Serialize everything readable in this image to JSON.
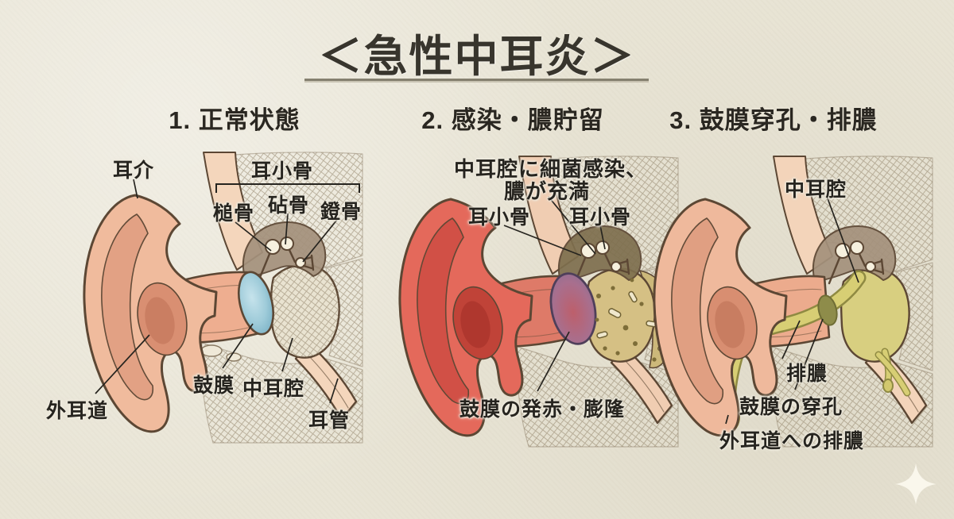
{
  "title": {
    "text": "＜急性中耳炎＞"
  },
  "panels": [
    {
      "id": "normal",
      "heading": "1. 正常状態",
      "labels": {
        "auricle": "耳介",
        "ossicles_group": "耳小骨",
        "malleus": "槌骨",
        "incus": "砧骨",
        "stapes": "鐙骨",
        "eardrum": "鼓膜",
        "middle_ear_cavity": "中耳腔",
        "ear_canal": "外耳道",
        "eustachian_tube": "耳管"
      }
    },
    {
      "id": "infection",
      "heading": "2. 感染・膿貯留",
      "labels": {
        "caption_line1": "中耳腔に細菌感染、",
        "caption_line2": "膿が充満",
        "ossicle_left": "耳小骨",
        "ossicle_right": "耳小骨",
        "eardrum_finding": "鼓膜の発赤・膨隆"
      }
    },
    {
      "id": "perforation",
      "heading": "3. 鼓膜穿孔・排膿",
      "labels": {
        "middle_ear_cavity": "中耳腔",
        "pus_drainage": "排膿",
        "drum_perforation": "鼓膜の穿孔",
        "canal_drainage": "外耳道への排膿"
      }
    }
  ],
  "colors": {
    "paper": "#e9e5d6",
    "ink": "#26241f",
    "eardrum_normal_blue": "#8fc3d4",
    "inflamed_red": "#d14f45",
    "bulging_drum_purple": "#a86f8e",
    "pus_yellow_green": "#d2c86e",
    "pus_speckle_olive": "#7d6d38",
    "skin": "#f0bb9d",
    "outline_brown": "#5c4734"
  },
  "decoration": {
    "sparkle_icon": "four-point-star"
  }
}
